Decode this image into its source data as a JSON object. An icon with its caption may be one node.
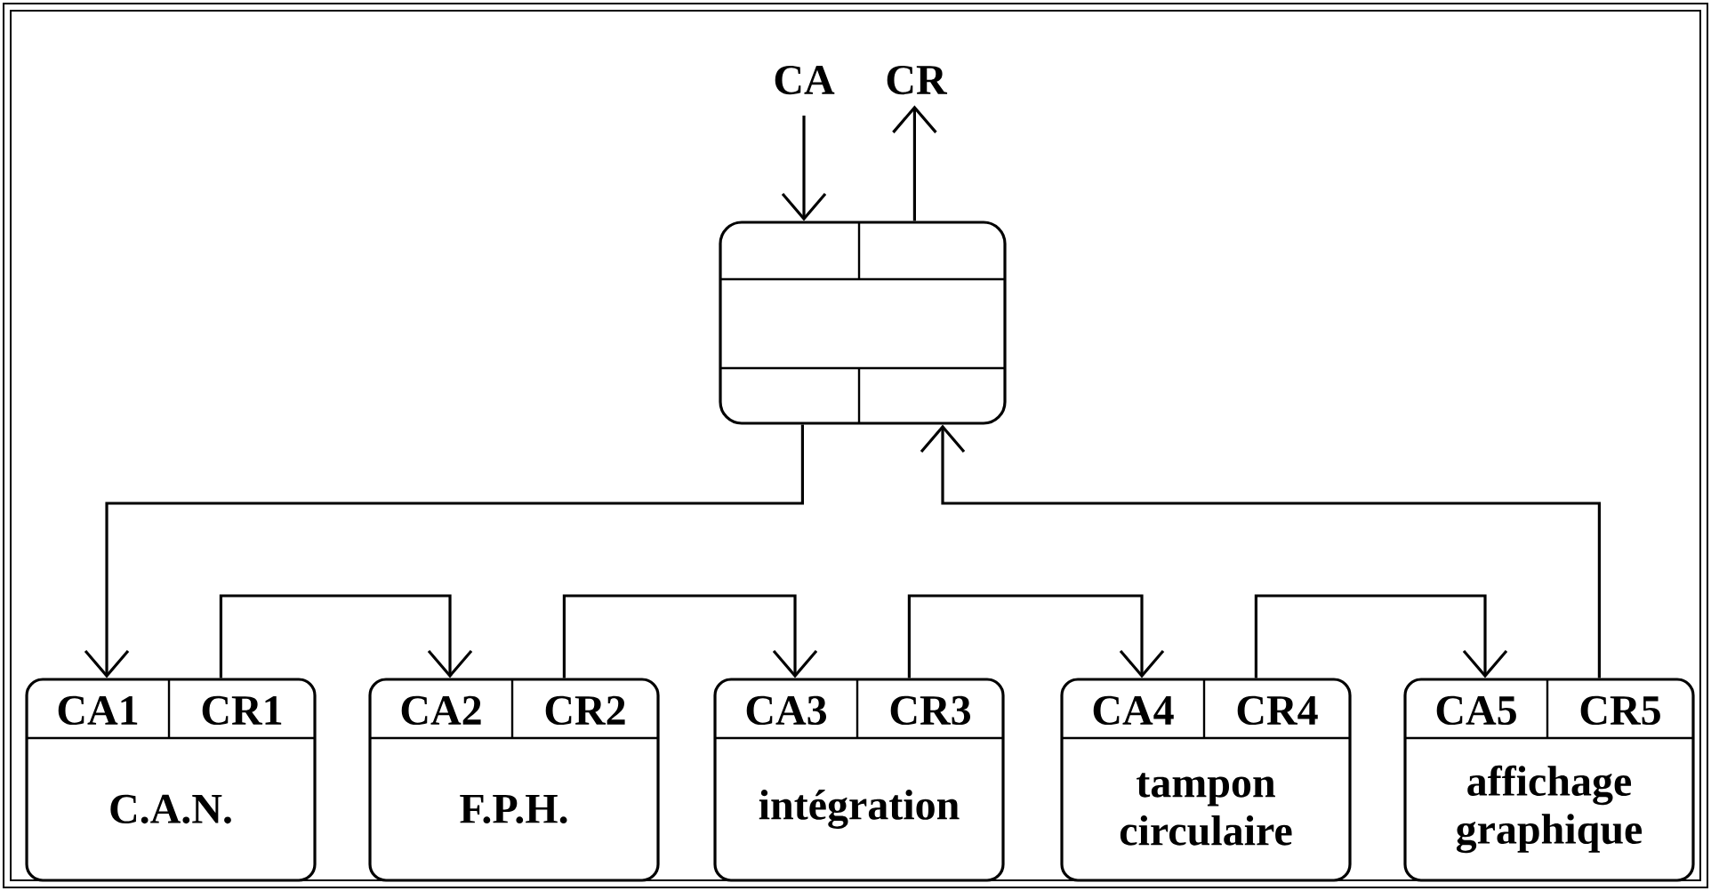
{
  "diagram": {
    "nodes": [
      {
        "text": [],
        "shape": "box"
      },
      {
        "text": [
          "CA1",
          "CR1",
          "C.A.N."
        ]
      },
      {
        "text": [
          "CA2",
          "CR2",
          "F.P.H."
        ]
      },
      {
        "text": [
          "CA3",
          "CR3",
          "intégration"
        ]
      },
      {
        "text": [
          "CA4",
          "CR4",
          "tampon circulaire"
        ]
      },
      {
        "text": [
          "CA5",
          "CR5",
          "affichage graphique"
        ]
      }
    ],
    "edges": [
      {
        "from": null,
        "to": 0,
        "arrow": "to",
        "label": "CA"
      },
      {
        "from": 0,
        "to": null,
        "arrow": "to",
        "label": "CR"
      },
      {
        "from": 0,
        "to": 1,
        "arrow": "to"
      },
      {
        "from": 1,
        "to": 2,
        "arrow": "to"
      },
      {
        "from": 2,
        "to": 3,
        "arrow": "to"
      },
      {
        "from": 3,
        "to": 4,
        "arrow": "to"
      },
      {
        "from": 4,
        "to": 5,
        "arrow": "to"
      },
      {
        "from": 5,
        "to": 0,
        "arrow": "to"
      }
    ]
  }
}
